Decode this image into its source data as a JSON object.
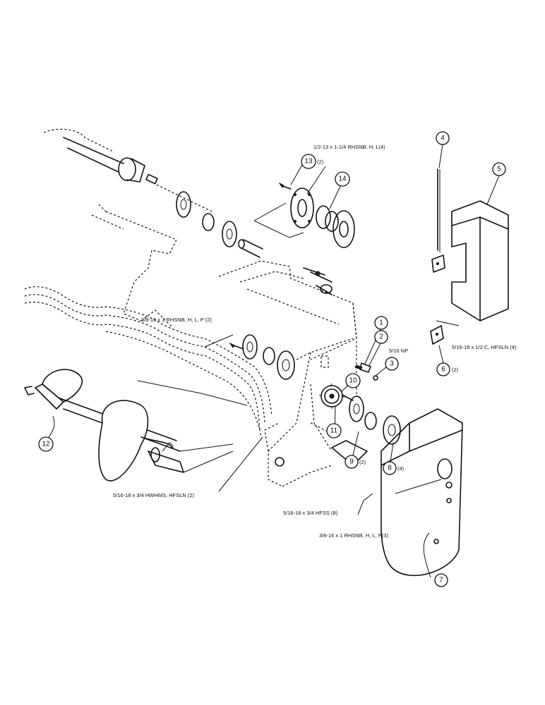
{
  "callouts": [
    {
      "id": "1",
      "text": "1"
    },
    {
      "id": "2",
      "text": "2"
    },
    {
      "id": "3",
      "text": "3"
    },
    {
      "id": "4",
      "text": "4"
    },
    {
      "id": "5",
      "text": "5"
    },
    {
      "id": "6",
      "text": "6"
    },
    {
      "id": "7",
      "text": "7"
    },
    {
      "id": "8",
      "text": "8"
    },
    {
      "id": "9",
      "text": "9"
    },
    {
      "id": "10",
      "text": "10"
    },
    {
      "id": "11",
      "text": "11"
    },
    {
      "id": "12",
      "text": "12"
    },
    {
      "id": "13",
      "text": "13"
    },
    {
      "id": "14",
      "text": "14"
    }
  ],
  "labels": {
    "bolt_top": "1/2-13 x 1-1/4 RHSNB, H, L(4)",
    "qty_13": "(2)",
    "bolt_left": "3/8-16 x 1 RHSNB, H, L, P (2)",
    "nut_516": "5/16 NP",
    "bracket_bolt": "5/16-18 x 1/2 C, HFSLN (4)",
    "qty_6": "(2)",
    "qty_9": "(2)",
    "qty_8": "(4)",
    "hwhms": "5/16-18 x 3/4 HWHMS, HFSLN (2)",
    "hfss": "5/16-18 x 3/4 HFSS (8)",
    "bolt_bottom": "3/8-16 x 1 RHSNB, H, L, P(3)"
  }
}
